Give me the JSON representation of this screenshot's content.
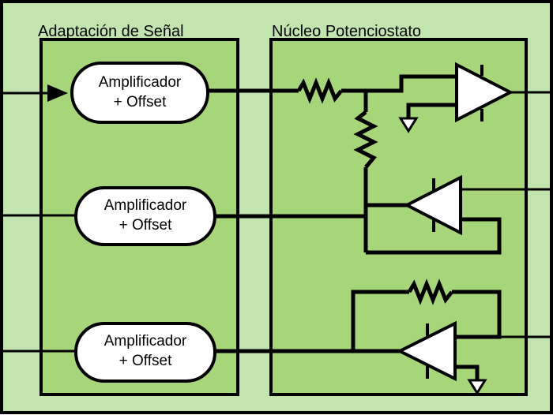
{
  "colors": {
    "outer_fill": "#c2e5b0",
    "block_fill": "#a6d679",
    "stroke": "#000000",
    "box_fill": "#ffffff"
  },
  "groups": {
    "signal_adaptation": "Adaptación de Señal",
    "potentiostat_core": "Núcleo Potenciostato"
  },
  "amplifiers": [
    {
      "line1": "Amplificador",
      "line2": "+ Offset"
    },
    {
      "line1": "Amplificador",
      "line2": "+ Offset"
    },
    {
      "line1": "Amplificador",
      "line2": "+ Offset"
    }
  ],
  "symbols": {
    "resistor": "resistor-icon",
    "opamp": "opamp-icon",
    "ground": "ground-icon",
    "arrow": "arrowhead-icon"
  }
}
